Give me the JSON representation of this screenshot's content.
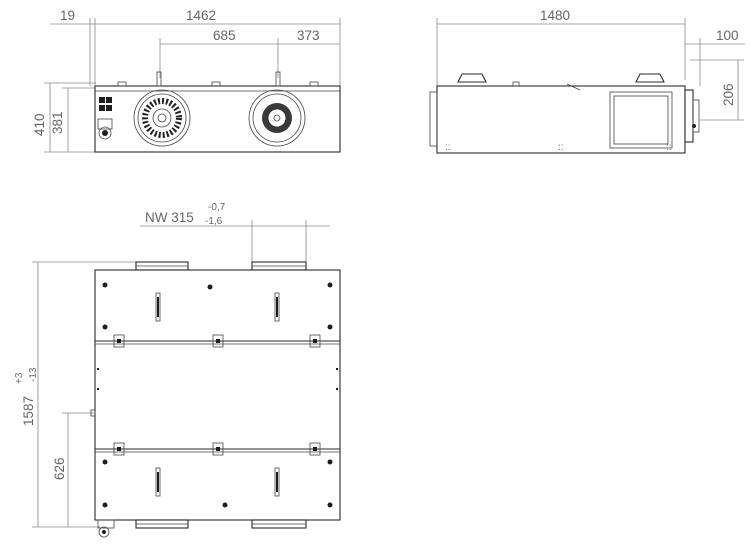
{
  "dimensions": {
    "offset_left": "19",
    "total_width": "1462",
    "spigot_spacing": "685",
    "spigot_offset": "373",
    "side_length": "1480",
    "side_offset": "100",
    "side_spigot_height": "206",
    "height_total": "410",
    "height_body": "381",
    "spigot_label": "NW 315",
    "spigot_tol_upper": "-0,7",
    "spigot_tol_lower": "-1,6",
    "length_total": "1587",
    "length_tol_upper": "+3",
    "length_tol_lower": "-13",
    "length_partial": "626"
  }
}
